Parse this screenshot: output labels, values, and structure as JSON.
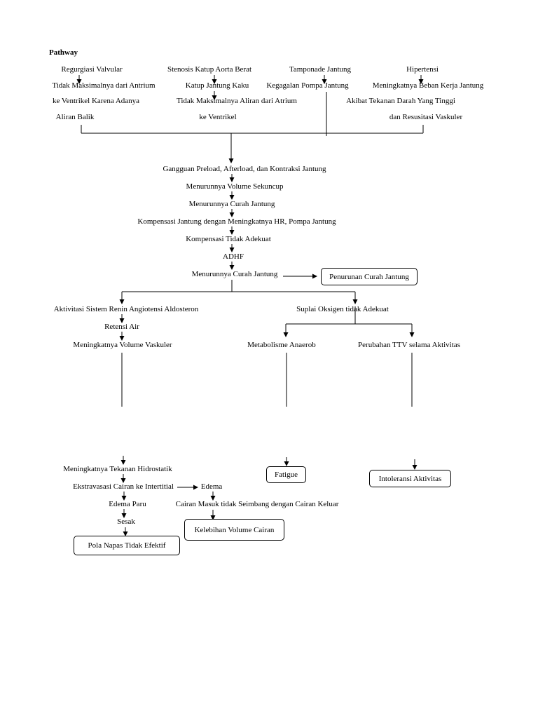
{
  "title": "Pathway",
  "causes": {
    "valvular": {
      "line1": "Regurgiasi Valvular",
      "line2": "Tidak Maksimalnya dari Antrium",
      "line3": "ke Ventrikel Karena Adanya",
      "line4": "Aliran Balik"
    },
    "stenosis": {
      "line1": "Stenosis Katup Aorta Berat",
      "line2": "Katup Jantung Kaku",
      "line3": "Tidak Maksimalnya Aliran dari Atrium",
      "line4": "ke Ventrikel"
    },
    "tamponade": {
      "line1": "Tamponade Jantung",
      "line2": "Kegagalan Pompa Jantung"
    },
    "hypertension": {
      "line1": "Hipertensi",
      "line2": "Meningkatnya Beban Kerja Jantung",
      "line3": "Akibat Tekanan Darah Yang Tinggi",
      "line4": "dan Resusitasi Vaskuler"
    }
  },
  "chain": {
    "preload": "Gangguan Preload, Afterload, dan Kontraksi Jantung",
    "volume_sekuncup": "Menurunnya Volume Sekuncup",
    "curah_jantung_1": "Menurunnya Curah Jantung",
    "kompensasi": "Kompensasi Jantung dengan Meningkatnya HR, Pompa Jantung",
    "tidak_adekuat": "Kompensasi Tidak Adekuat",
    "adhf": "ADHF",
    "curah_jantung_2": "Menurunnya Curah Jantung"
  },
  "diagnosis_curah": "Penurunan Curah Jantung",
  "left_branch": {
    "raas": "Aktivitasi Sistem Renin Angiotensi Aldosteron",
    "retensi": "Retensi Air",
    "volume_vaskuler": "Meningkatnya Volume Vaskuler",
    "hidrostatik": "Meningkatnya Tekanan Hidrostatik",
    "ekstravasasi": "Ekstravasasi Cairan ke Intertitial",
    "edema": "Edema",
    "edema_paru": "Edema Paru",
    "sesak": "Sesak",
    "cairan_masuk": "Cairan Masuk tidak Seimbang dengan Cairan Keluar",
    "diag_napas": "Pola Napas Tidak Efektif",
    "diag_cairan": "Kelebihan Volume Cairan"
  },
  "right_branch": {
    "suplai": "Suplai Oksigen tidak Adekuat",
    "anaerob": "Metabolisme Anaerob",
    "ttv": "Perubahan TTV selama Aktivitas",
    "diag_fatigue": "Fatigue",
    "diag_intoleransi": "Intoleransi Aktivitas"
  }
}
